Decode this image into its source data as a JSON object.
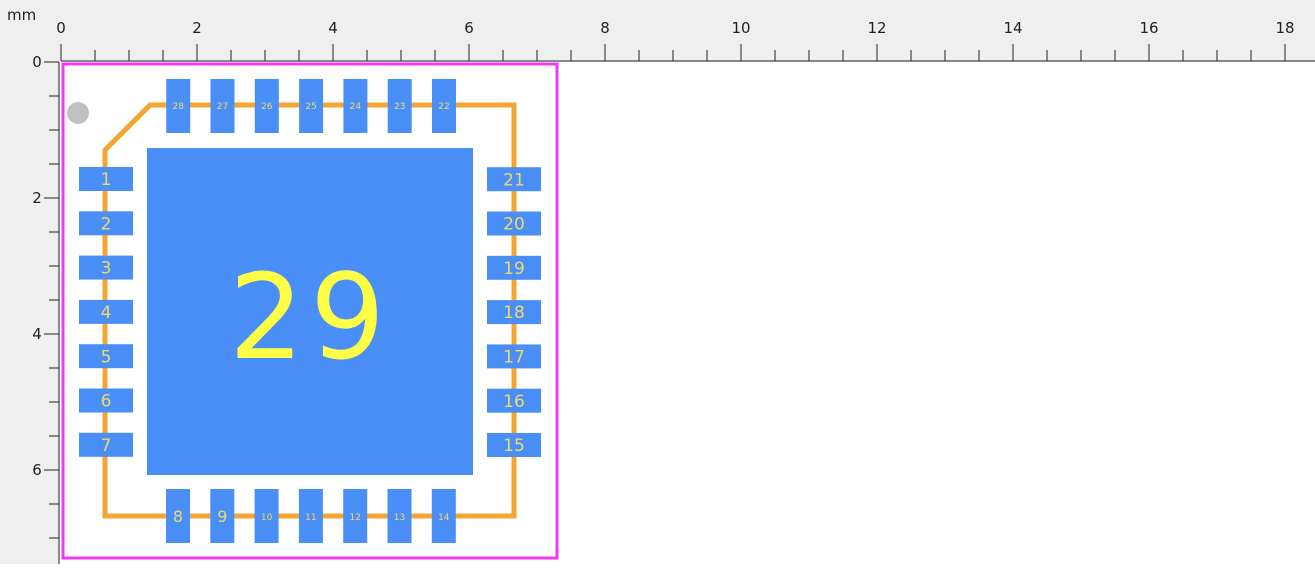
{
  "ruler": {
    "unit_label": "mm",
    "x_ticks": [
      "0",
      "2",
      "4",
      "6",
      "8",
      "10",
      "12",
      "14",
      "16",
      "18"
    ],
    "y_ticks": [
      "0",
      "2",
      "4",
      "6"
    ]
  },
  "footprint": {
    "center_pad_label": "29",
    "left_pads": [
      "1",
      "2",
      "3",
      "4",
      "5",
      "6",
      "7"
    ],
    "bottom_pads": [
      "8",
      "9",
      "10",
      "11",
      "12",
      "13",
      "14"
    ],
    "right_pads": [
      "15",
      "16",
      "17",
      "18",
      "19",
      "20",
      "21"
    ],
    "top_pads": [
      "22",
      "23",
      "24",
      "25",
      "26",
      "27",
      "28"
    ]
  },
  "colors": {
    "ruler_background": "#efefef",
    "ruler_ink": "#222222",
    "pad_fill": "#4a8ff7",
    "pad_label": "#f0d86a",
    "center_label": "#ffff45",
    "silkscreen_outline": "#f5a530",
    "courtyard_outline": "#f03cf0",
    "pin1_marker": "#c0c0c0"
  }
}
